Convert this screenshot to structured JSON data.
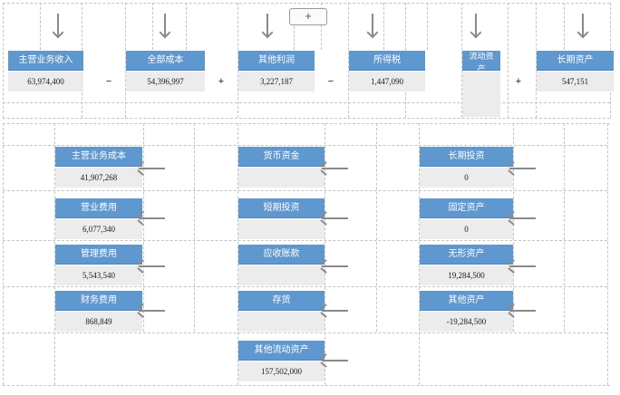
{
  "toolbar": {
    "add_label": "+"
  },
  "top_row": [
    {
      "label": "主营业务收入",
      "value": "63,974,400"
    },
    {
      "label": "全部成本",
      "value": "54,396,997"
    },
    {
      "label": "其他利润",
      "value": "3,227,187"
    },
    {
      "label": "所得税",
      "value": "1,447,090"
    },
    {
      "label": "流动资产",
      "value": ""
    },
    {
      "label": "长期资产",
      "value": "547,151"
    }
  ],
  "operators": [
    "−",
    "+",
    "−",
    "+"
  ],
  "cost_items": [
    {
      "label": "主营业务成本",
      "value": "41,907,268"
    },
    {
      "label": "营业费用",
      "value": "6,077,340"
    },
    {
      "label": "管理费用",
      "value": "5,543,540"
    },
    {
      "label": "财务费用",
      "value": "868,849"
    }
  ],
  "current_asset_items": [
    {
      "label": "货币资金",
      "value": ""
    },
    {
      "label": "短期投资",
      "value": ""
    },
    {
      "label": "应收账款",
      "value": ""
    },
    {
      "label": "存货",
      "value": ""
    },
    {
      "label": "其他流动资产",
      "value": "157,502,000"
    }
  ],
  "long_term_items": [
    {
      "label": "长期投资",
      "value": "0"
    },
    {
      "label": "固定资产",
      "value": "0"
    },
    {
      "label": "无形资产",
      "value": "19,284,500"
    },
    {
      "label": "其他资产",
      "value": "-19,284,500"
    }
  ]
}
